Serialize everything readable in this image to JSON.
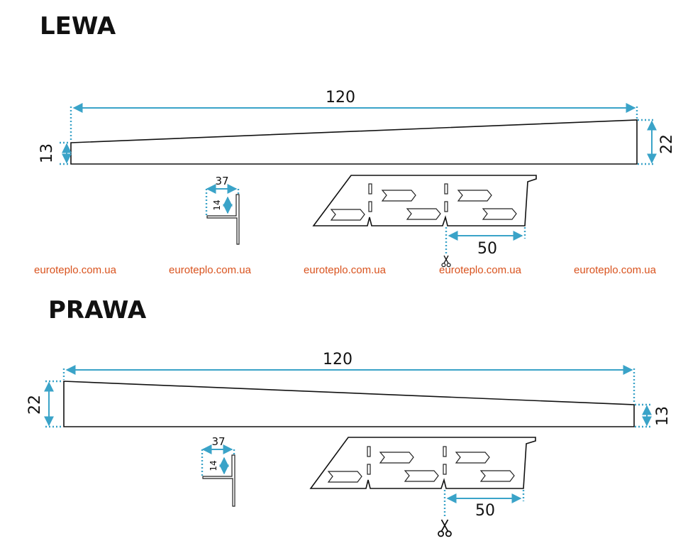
{
  "colors": {
    "dimension": "#3aa3c8",
    "outline": "#111111",
    "watermark": "#d9531e"
  },
  "sections": [
    {
      "title": "LEWA",
      "length_label": "120",
      "left_height_label": "13",
      "right_height_label": "22",
      "profile_width_label": "37",
      "profile_height_label": "14",
      "spacing_label": "50",
      "cut_icon": "scissors-icon"
    },
    {
      "title": "PRAWA",
      "length_label": "120",
      "left_height_label": "22",
      "right_height_label": "13",
      "profile_width_label": "37",
      "profile_height_label": "14",
      "spacing_label": "50",
      "cut_icon": "scissors-icon"
    }
  ],
  "watermarks": [
    "euroteplo.com.ua",
    "euroteplo.com.ua",
    "euroteplo.com.ua",
    "euroteplo.com.ua",
    "euroteplo.com.ua"
  ]
}
